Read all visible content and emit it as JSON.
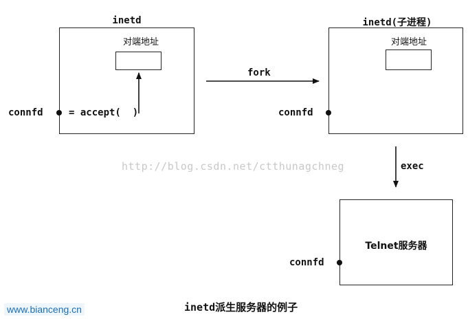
{
  "left_box": {
    "title": "inetd",
    "addr_label": "对端地址",
    "connfd": "connfd",
    "accept": "= accept(  )"
  },
  "arrow_fork": {
    "label": "fork"
  },
  "right_box": {
    "title": "inetd(子进程)",
    "addr_label": "对端地址",
    "connfd": "connfd"
  },
  "arrow_exec": {
    "label": "exec"
  },
  "telnet_box": {
    "title": "Telnet服务器",
    "connfd": "connfd"
  },
  "watermark": "http://blog.csdn.net/ctthunagchneg",
  "footer": {
    "site": "www.bianceng.cn",
    "caption": "inetd派生服务器的例子"
  }
}
